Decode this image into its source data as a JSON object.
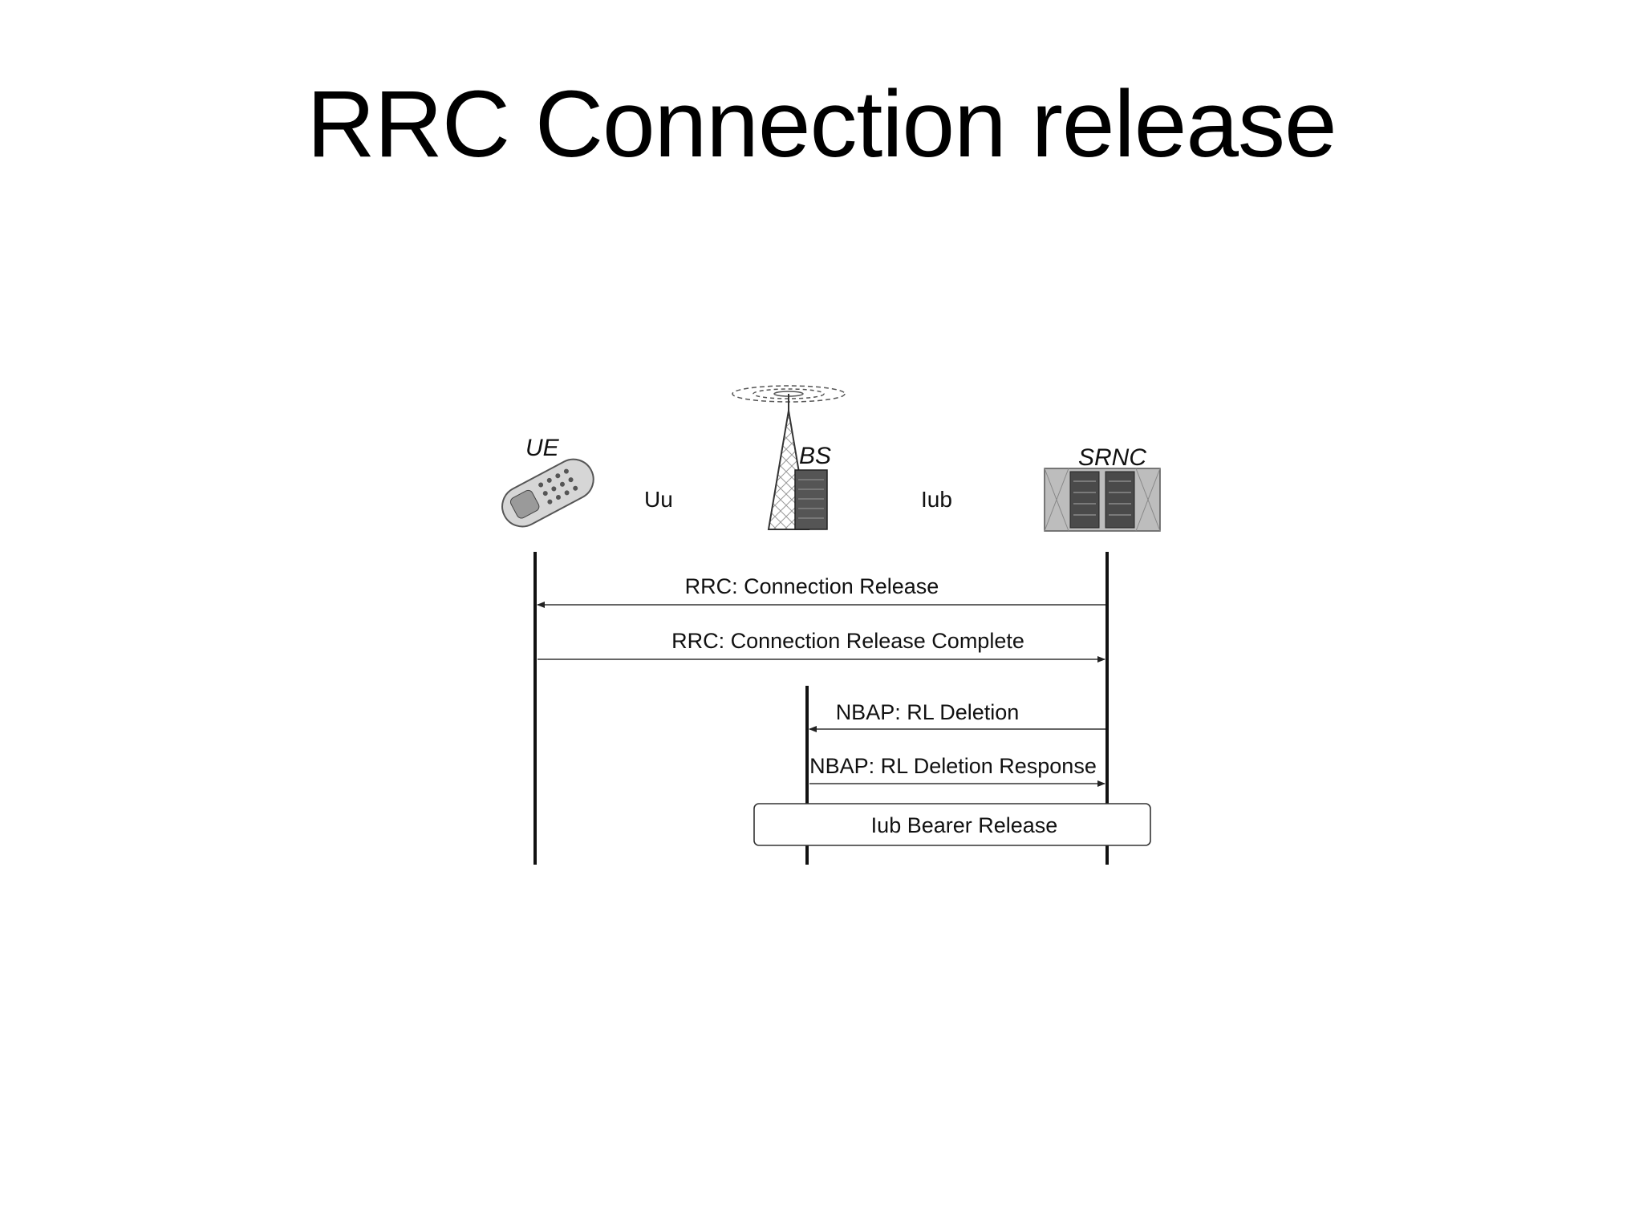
{
  "slide": {
    "title": "RRC Connection release"
  },
  "entities": {
    "ue": "UE",
    "bs": "BS",
    "srnc": "SRNC"
  },
  "interfaces": {
    "uu": "Uu",
    "iub": "Iub"
  },
  "messages": [
    {
      "label": "RRC: Connection Release",
      "from": "SRNC",
      "to": "UE"
    },
    {
      "label": "RRC: Connection Release Complete",
      "from": "UE",
      "to": "SRNC"
    },
    {
      "label": "NBAP: RL Deletion",
      "from": "SRNC",
      "to": "BS"
    },
    {
      "label": "NBAP: RL Deletion Response",
      "from": "BS",
      "to": "SRNC"
    }
  ],
  "procedure": {
    "label": "Iub Bearer Release"
  }
}
